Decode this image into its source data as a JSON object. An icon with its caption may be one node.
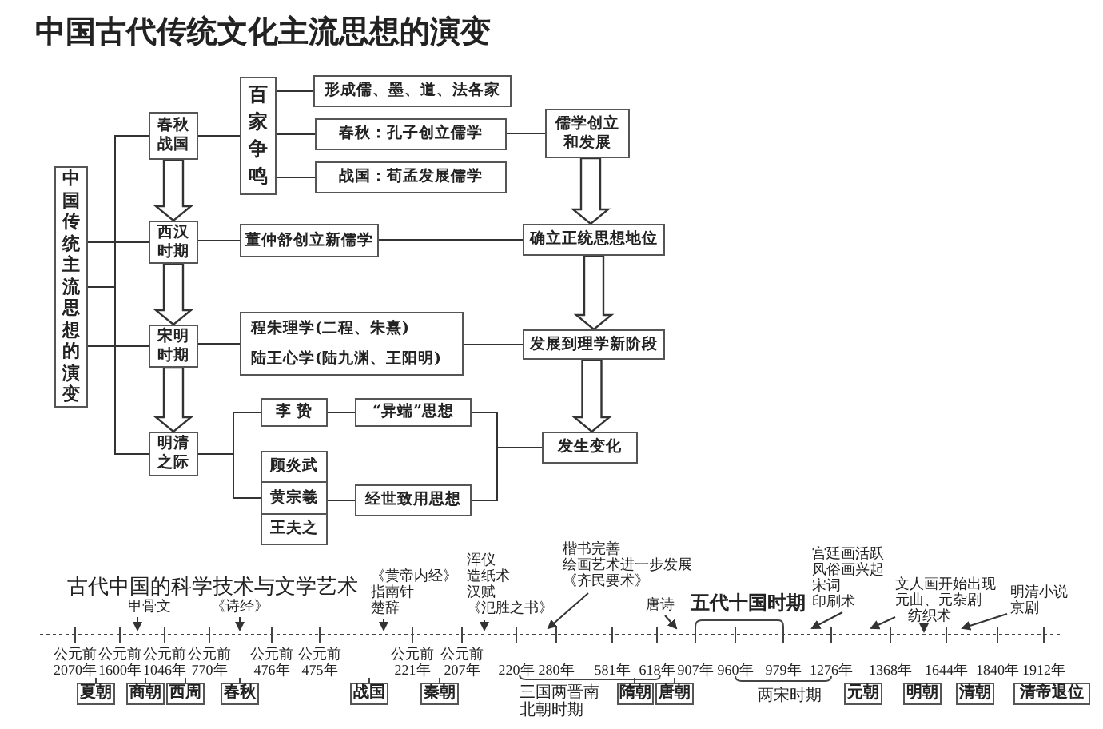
{
  "diagram": {
    "title": "中国古代传统文化主流思想的演变",
    "nodes": [
      {
        "text": [
          "中国传统主流思想的演变"
        ]
      },
      {
        "text": [
          "春秋战国"
        ]
      },
      {
        "text": [
          "百家争鸣"
        ]
      },
      {
        "text": [
          "形成儒、墨、道、法各家"
        ]
      },
      {
        "text": [
          "春秋：孔子创立儒学"
        ]
      },
      {
        "text": [
          "战国：荀孟发展儒学"
        ]
      },
      {
        "text": [
          "儒学创立和发展"
        ]
      },
      {
        "text": [
          "西汉时期"
        ]
      },
      {
        "text": [
          "董仲舒创立新儒学"
        ]
      },
      {
        "text": [
          "确立正统思想地位"
        ]
      },
      {
        "text": [
          "宋明时期"
        ]
      },
      {
        "text": [
          "程朱理学(二程、朱熹)",
          "陆王心学(陆九渊、王阳明)"
        ]
      },
      {
        "text": [
          "发展到理学新阶段"
        ]
      },
      {
        "text": [
          "明清之际"
        ]
      },
      {
        "text": [
          "李 贽"
        ]
      },
      {
        "text": [
          "“异端”思想"
        ]
      },
      {
        "text": [
          "顾炎武"
        ]
      },
      {
        "text": [
          "黄宗羲"
        ]
      },
      {
        "text": [
          "王夫之"
        ]
      },
      {
        "text": [
          "经世致用思想"
        ]
      },
      {
        "text": [
          "发生变化"
        ]
      },
      {
        "text": [
          "夏朝"
        ]
      },
      {
        "text": [
          "商朝"
        ]
      },
      {
        "text": [
          "西周"
        ]
      },
      {
        "text": [
          "春秋"
        ]
      },
      {
        "text": [
          "战国"
        ]
      },
      {
        "text": [
          "秦朝"
        ]
      },
      {
        "text": [
          "隋朝"
        ]
      },
      {
        "text": [
          "唐朝"
        ]
      },
      {
        "text": [
          "元朝"
        ]
      },
      {
        "text": [
          "明朝"
        ]
      },
      {
        "text": [
          "清朝"
        ]
      },
      {
        "text": [
          "清帝退位"
        ]
      }
    ],
    "edges": [
      {
        "from": 0,
        "to": 1,
        "arrow": "none"
      },
      {
        "from": 0,
        "to": 7,
        "arrow": "none"
      },
      {
        "from": 0,
        "to": 10,
        "arrow": "none"
      },
      {
        "from": 0,
        "to": 13,
        "arrow": "none"
      },
      {
        "from": 1,
        "to": 2,
        "arrow": "none"
      },
      {
        "from": 2,
        "to": 3,
        "arrow": "none"
      },
      {
        "from": 2,
        "to": 4,
        "arrow": "none"
      },
      {
        "from": 2,
        "to": 5,
        "arrow": "none"
      },
      {
        "from": 4,
        "to": 6,
        "arrow": "none"
      },
      {
        "from": 7,
        "to": 8,
        "arrow": "none"
      },
      {
        "from": 8,
        "to": 9,
        "arrow": "none"
      },
      {
        "from": 10,
        "to": 11,
        "arrow": "none"
      },
      {
        "from": 11,
        "to": 12,
        "arrow": "none"
      },
      {
        "from": 13,
        "to": 14,
        "arrow": "none"
      },
      {
        "from": 13,
        "to": 17,
        "arrow": "none"
      },
      {
        "from": 14,
        "to": 15,
        "arrow": "none"
      },
      {
        "from": 17,
        "to": 19,
        "arrow": "none"
      },
      {
        "from": 15,
        "to": 20,
        "arrow": "none"
      },
      {
        "from": 19,
        "to": 20,
        "arrow": "none"
      },
      {
        "from": 1,
        "to": 7,
        "arrow": "to",
        "style": "thick"
      },
      {
        "from": 7,
        "to": 10,
        "arrow": "to",
        "style": "thick"
      },
      {
        "from": 10,
        "to": 13,
        "arrow": "to",
        "style": "thick"
      },
      {
        "from": 6,
        "to": 9,
        "arrow": "to",
        "style": "thick"
      },
      {
        "from": 9,
        "to": 12,
        "arrow": "to",
        "style": "thick"
      },
      {
        "from": 12,
        "to": 20,
        "arrow": "to",
        "style": "thick"
      }
    ],
    "labels": [
      "古代中国的科学技术与文学艺术",
      "甲骨文",
      "《诗经》",
      "《黄帝内经》",
      "指南针",
      "楚辞",
      "浑仪",
      "造纸术",
      "汉赋",
      "《氾胜之书》",
      "楷书完善",
      "绘画艺术进一步发展",
      "《齐民要术》",
      "唐诗",
      "五代十国时期",
      "宫廷画活跃",
      "风俗画兴起",
      "宋词",
      "印刷术",
      "文人画开始出现",
      "元曲、元杂剧",
      "纺织术",
      "明清小说",
      "京剧",
      "公元前2070年",
      "公元前1600年",
      "公元前1046年",
      "公元前770年",
      "公元前476年",
      "公元前475年",
      "公元前221年",
      "公元前207年",
      "220年",
      "280年",
      "581年",
      "618年",
      "907年",
      "960年",
      "979年",
      "1276年",
      "1368年",
      "1644年",
      "1840年",
      "1912年",
      "三国两晋南北朝时期",
      "两宋时期"
    ]
  }
}
